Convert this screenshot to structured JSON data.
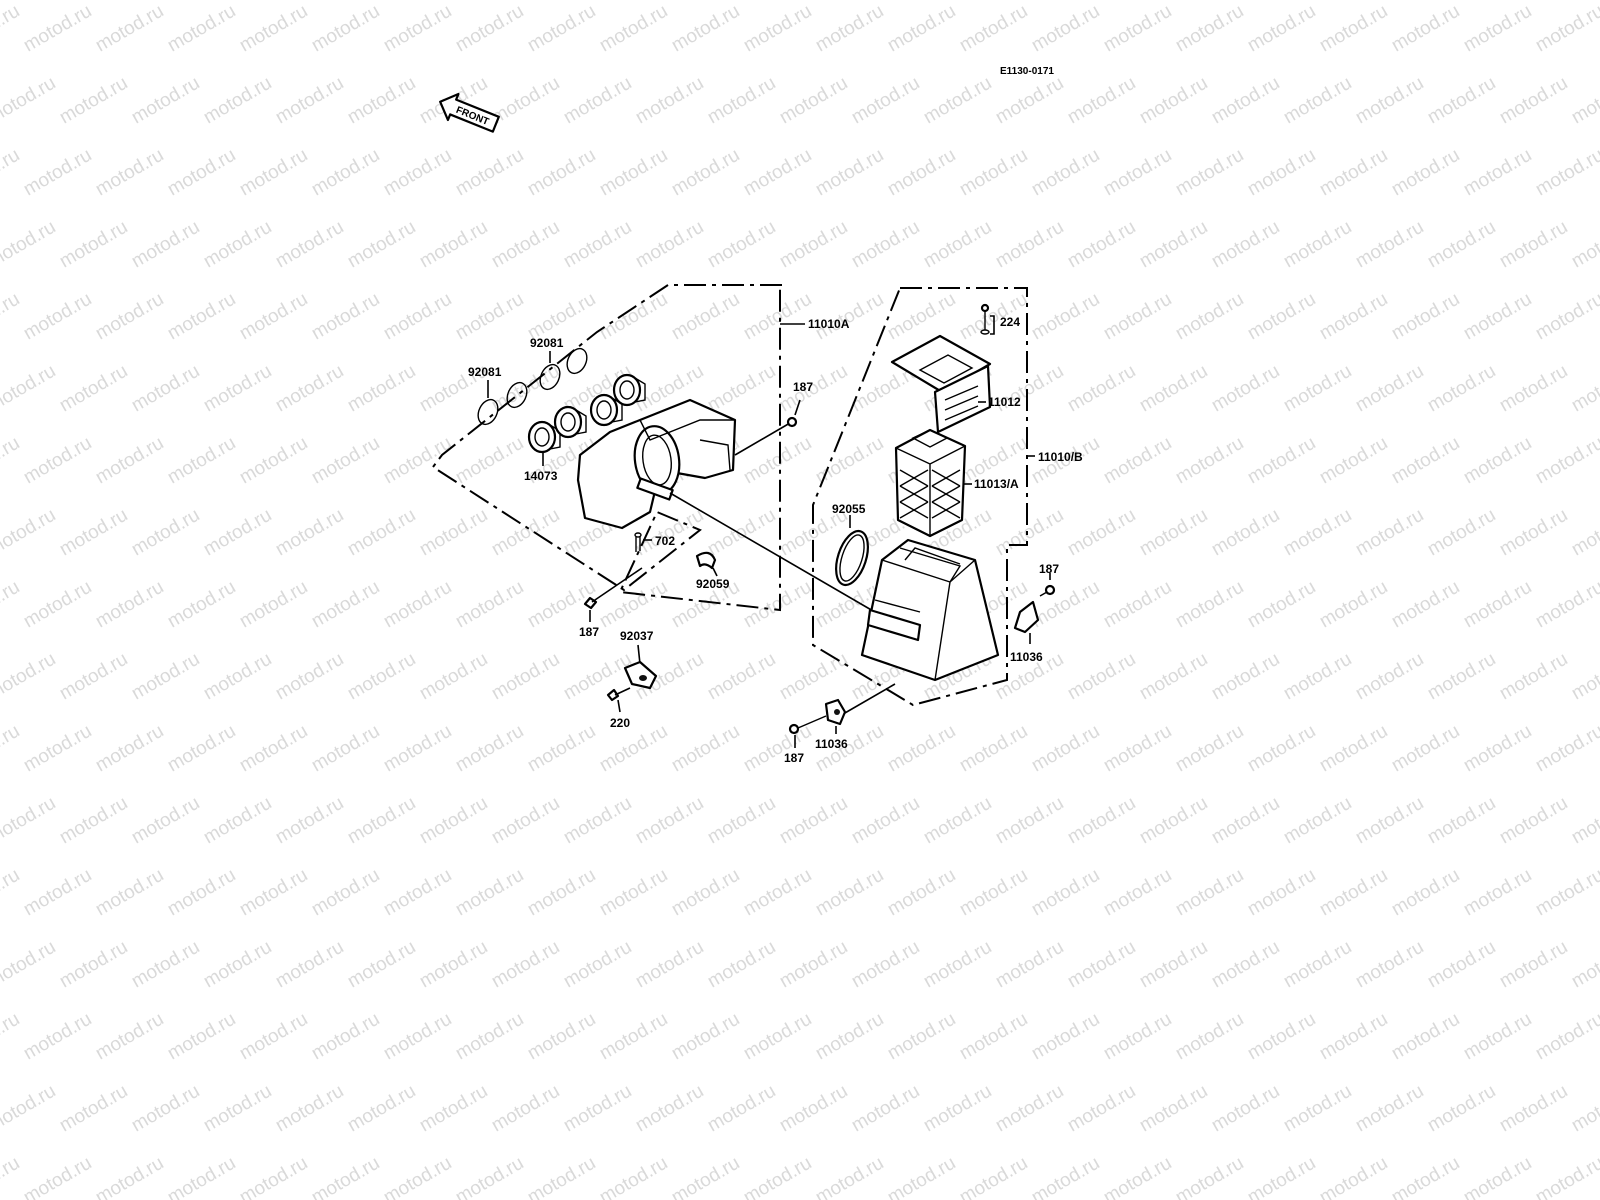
{
  "diagram": {
    "code": "E1130-0171",
    "front_arrow_label": "FRONT",
    "watermark_text": "motod.ru",
    "callouts": {
      "p11010A": "11010A",
      "p11010B": "11010/B",
      "p92081a": "92081",
      "p92081b": "92081",
      "p187a": "187",
      "p187b": "187",
      "p187c": "187",
      "p187d": "187",
      "p224": "224",
      "p11012": "11012",
      "p11013A": "11013/A",
      "p14073": "14073",
      "p92055": "92055",
      "p702": "702",
      "p92059": "92059",
      "p92037": "92037",
      "p220": "220",
      "p11036a": "11036",
      "p11036b": "11036"
    }
  }
}
